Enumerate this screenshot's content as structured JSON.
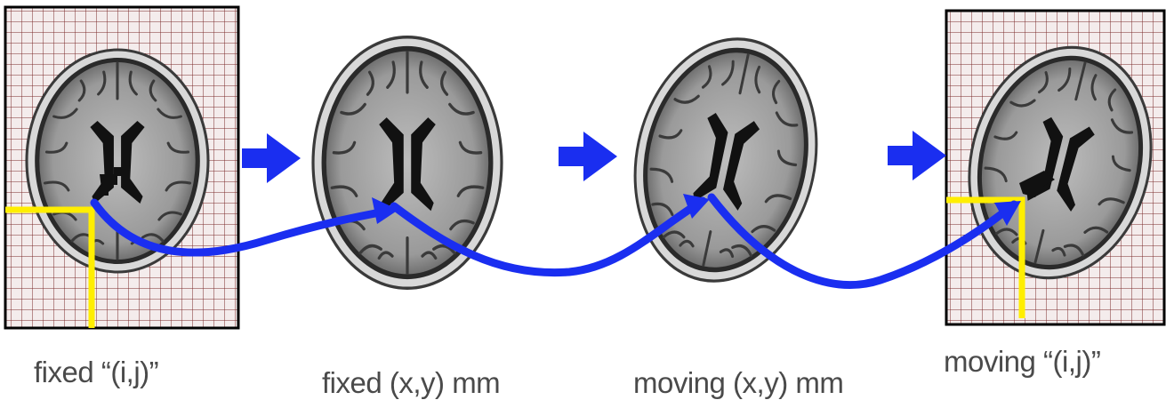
{
  "panels": [
    {
      "id": "fixed-grid",
      "caption": "fixed “(i,j)”",
      "grid": true
    },
    {
      "id": "fixed-physical",
      "caption": "fixed (x,y) mm",
      "grid": false
    },
    {
      "id": "moving-physical",
      "caption": "moving (x,y) mm",
      "grid": false
    },
    {
      "id": "moving-grid",
      "caption": "moving “(i,j)”",
      "grid": true
    }
  ],
  "colors": {
    "arrow": "#1a2ef0",
    "axis_marker": "#ffee00",
    "grid_line": "#7a2a2a",
    "grid_bg": "#f4ecec"
  },
  "icons": [
    "right-arrow-icon",
    "brain-slice-icon",
    "transform-path-icon"
  ]
}
